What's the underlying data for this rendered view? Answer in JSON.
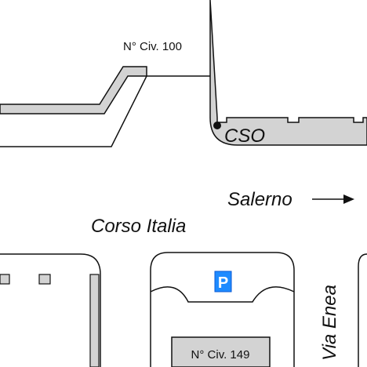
{
  "labels": {
    "civic_top": "N° Civ. 100",
    "building_name": "CSO",
    "direction_text": "Salerno",
    "street_main": "Corso Italia",
    "street_side": "Via Enea",
    "civic_bottom": "N° Civ. 149"
  },
  "parking": {
    "symbol": "P",
    "color": "#1e8bff"
  },
  "colors": {
    "building_fill": "#d3d3d3",
    "outline": "#111111",
    "background": "#ffffff"
  },
  "icons": {
    "direction_arrow": "arrow-right-icon",
    "entrance_marker": "dot-icon"
  }
}
